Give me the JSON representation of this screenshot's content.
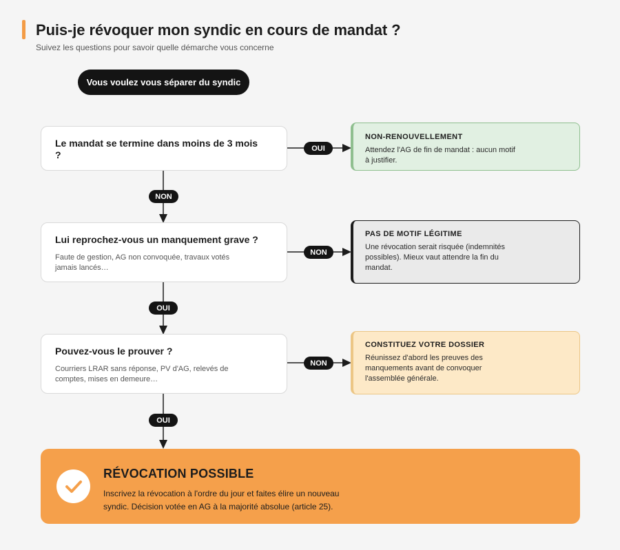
{
  "header": {
    "title": "Puis-je révoquer mon syndic en cours de mandat ?",
    "subtitle": "Suivez les questions pour savoir quelle démarche vous concerne"
  },
  "start": {
    "label": "Vous voulez vous séparer du syndic"
  },
  "questions": [
    {
      "title": "Le mandat se termine dans moins de 3 mois ?",
      "desc": ""
    },
    {
      "title": "Lui reprochez-vous un manquement grave ?",
      "desc": "Faute de gestion, AG non convoquée, travaux votés jamais lancés…"
    },
    {
      "title": "Pouvez-vous le prouver ?",
      "desc": "Courriers LRAR sans réponse, PV d'AG, relevés de comptes, mises en demeure…"
    }
  ],
  "edges": {
    "q1_yes": "OUI",
    "q1_no": "NON",
    "q2_no": "NON",
    "q2_yes": "OUI",
    "q3_no": "NON",
    "q3_yes": "OUI"
  },
  "outcomes": [
    {
      "title": "NON-RENOUVELLEMENT",
      "text": "Attendez l'AG de fin de mandat : aucun motif à justifier."
    },
    {
      "title": "PAS DE MOTIF LÉGITIME",
      "text": "Une révocation serait risquée (indemnités possibles). Mieux vaut attendre la fin du mandat."
    },
    {
      "title": "CONSTITUEZ VOTRE DOSSIER",
      "text": "Réunissez d'abord les preuves des manquements avant de convoquer l'assemblée générale."
    }
  ],
  "result": {
    "icon": "check-icon",
    "title": "RÉVOCATION POSSIBLE",
    "text": "Inscrivez la révocation à l'ordre du jour et faites élire un nouveau syndic. Décision votée en AG à la majorité absolue (article 25)."
  },
  "colors": {
    "accent": "#f39b45",
    "result_bg": "#f5a04b",
    "outcome1_bg": "#e1f0e2",
    "outcome2_bg": "#eaeaea",
    "outcome3_bg": "#fde9c7"
  }
}
